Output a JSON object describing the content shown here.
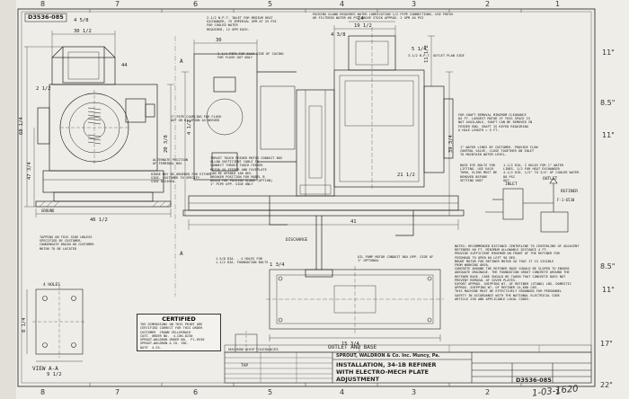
{
  "drawing_number": "D3536-085",
  "zones_top": [
    "8",
    "7",
    "6",
    "5",
    "4",
    "3",
    "2",
    "1"
  ],
  "zones_bottom": [
    "8",
    "7",
    "6",
    "5",
    "4",
    "3",
    "2",
    "1"
  ],
  "right_margin_marks": [
    "11\"",
    "8.5\"",
    "11\"",
    "8.5\"",
    "11\"",
    "17\"",
    "22\""
  ],
  "dimensions": {
    "d1": "4 5/8",
    "d2": "30 1/2",
    "d3": "44",
    "d4": "2 1/2",
    "d5": "68 1/4",
    "d6": "47 3/4",
    "d7": "46 1/2",
    "d8": "20 3/8",
    "d9": "30",
    "d10": "24",
    "d11": "19 1/2",
    "d12": "11 1/2",
    "d13": "4 3/8",
    "d14": "5 1/4",
    "d15": "21 1/2",
    "d16": "41",
    "d17": "9 1/2",
    "d18": "8 1/4",
    "d19": "15 3/4",
    "d20": "4 1/2",
    "d21": "39 3/4",
    "d22": "1 3/4"
  },
  "notes": {
    "n1": "2-1/2 N.P.T. INLET FOR MEDIUM HEAT\nEXCHANGER, 75 IMPERIAL GPM AT 25 PSI\nFOR COOLED WATER\nREQUIRED, 12 GPM EACH.",
    "n2": "PACKING GLAND REQUIRES WATER LUBRICATION 1/2 PIPE CONNECTIONS, USE FRESH\nOR FILTERED WATER 60 PSI ABOVE STOCK APPROX. 2 GPM 40 PSI",
    "n3": "3-1/2 N.P.T. OUTLET PLAN SIDE",
    "n4": "3-1/4 PIPE TAP EACH SIDE OF CASING\nFOR FLUSH OUT ONLY",
    "n5": "1\" PIPE COUPLING FOR FLUSH\nOUT OR DILUTION AS NEEDED",
    "n6": "ALTERNATE POSITION\nOF TERMINAL BOX",
    "n7": "HINGE MAY BE ORDERED FOR EITHER\nSIDE. CUSTOMER TO SPECIFY\nSIDE DESIRED.",
    "n8": "THRUST TOUCH FEEDER MOTOR CONDUIT BOX\nALLOW SUFFICIENT CABLE TO\nCONNECT THRUST TOUCH FEEDER\nMOTOR SO FEEDER AND FACEPLATE\nCAN BE OPENED 180 DEG\nBREAKER POSITION FOR MODEL B\nDRAIN FOR PACKING GLAND (OPTION)\n1\" PIPE OPP. SIDE ONLY",
    "n9": "FOR SHAFT REMOVAL MINIMUM CLEARANCE\n84 FT. LARGEST MOTOR IF THIS SPACE IS\nNOT AVAILABLE, SHAFT CAN BE REMOVED IN\nFEEDER END. SHAFT IS KEYED REQUIRING\nA HOLE LENGTH = 5 FT.",
    "n10": "1\" WATER LINES BY CUSTOMER. PROVIDE FLOW\nCONTROL VALVE, CLOSE TOGETHER ON INLET\nTO MAINTAIN WATER LEVEL.",
    "n11": "BASE EYE BOLTS FOR\nLIFTING. USE EACH\nTURN, SLING MUST BE\nREMOVED BEFORE\nSETTING UNIT",
    "n12": "1-1/2 DIA. 2 HOLES FOR 1\" WATER\nLINES. 1/2 FOR HEAT EXCHANGER\n4-1/2 DIA. 1/2\" TO 3/4\" OF COOLED WATER 80 PSI\nOUT.",
    "n13": "TAPPING ON THIS SIDE UNLESS\nSPECIFIED BY CUSTOMER.\nCONDENSATE DRAIN OR CUSTOMER\nMOTOR TO BE LOCATED",
    "n14": "1-5/8 DIA. - 4 HOLES FOR\n1-1/2 DIA. FOUNDATION BOLTS",
    "n15": "OIL PUMP MOTOR CONDUIT BOX OPP. SIDE OF\n1\" OPTIONAL",
    "n16": "NOTES: RECOMMENDED DISTANCE CENTERLINE TO CENTERLINE OF ADJACENT\nREFINERS 60 FT. MINIMUM ALLOWABLE DISTANCE 4 FT.\nPROVIDE SUFFICIENT MINIMUM ON FRONT OF THE REFINER FOR\nFEEDHEAD TO OPEN 60 LEFT 90 DEG.\nMOUNT MOTOR FOR REFINER MOTOR SO THAT IT IS VISIBLE\nFROM WORKING AREA.\nCONCRETE AROUND THE REFINER BASE SHOULD BE SLOPED TO ENSURE\nADEQUATE DRAINAGE. THE FOUNDATION GROUT CONCRETE AROUND THE\nREFINER BASE. CARE SHOULD BE TAKEN THAT CONCRETE DOES NOT\nPREVENT REMOVAL OF COVER PLATES.\nEXPORT APPROX. SHIPPING WT. OF REFINER (STAND) LBS. DOMESTIC\nAPPROX. SHIPPING WT. OF REFINER 24,600 LBS.\nTHIS MACHINE MUST BE EFFECTIVELY GROUNDED FOR PERSONNEL\nSAFETY IN ACCORDANCE WITH THE NATIONAL ELECTRICAL CODE\nARTICLE 250 AND APPLICABLE LOCAL CODES."
  },
  "labels": {
    "view_aa": "VIEW A-A",
    "outlet_base": "OUTLET AND BASE",
    "inlet": "INLET",
    "outlet": "OUTLET",
    "refiner": "REFINER",
    "discharge": "DISCHARGE",
    "ground": "GROUND",
    "holes": "4 HOLES",
    "tap": "TAP",
    "a": "A",
    "a2": "A",
    "dir": "F-1-6530"
  },
  "certified": {
    "title": "CERTIFIED",
    "body": "THE DIMENSIONS ON THIS PRINT ARE\nCERTIFIED CORRECT FOR THIS ORDER\nCUSTOMER  CROWN ZELLERBACH\nCUST. ORDER NO.  4-C06-0230\nSPROUT-WALDRON ORDER NO.  F1-6530\nSPROUT-WALDRON & CO. INC.\nDATE  4-25-"
  },
  "title_block": {
    "company": "SPROUT, WALDRON & Co. Inc. Muncy, Pa.",
    "title1": "INSTALLATION, 34-1B REFINER",
    "title2": "WITH ELECTRO-MECH PLATE",
    "title3": "ADJUSTMENT",
    "number": "D3536-085",
    "small": "MACHINE SHOP TOLERANCES"
  },
  "handwriting": "1-03-1620"
}
